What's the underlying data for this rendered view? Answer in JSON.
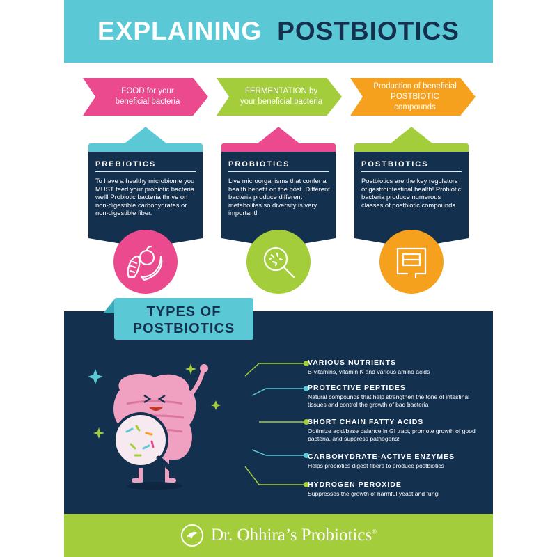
{
  "header": {
    "title_part1": "EXPLAINING",
    "title_part2": "POSTBIOTICS"
  },
  "arrows": [
    {
      "text": "FOOD for your beneficial bacteria",
      "color": "#ec4a8f"
    },
    {
      "text": "FERMENTATION by your beneficial bacteria",
      "color": "#a3cd3b"
    },
    {
      "text": "Production of beneficial POSTBIOTIC compounds",
      "color": "#f5a11e"
    }
  ],
  "cards": [
    {
      "title": "PREBIOTICS",
      "text": "To have a healthy microbiome you MUST feed your probiotic bacteria well! Probiotic bacteria thrive on non-digestible carbohydrates or non-digestible fiber.",
      "accent": "#5bc8d6",
      "icon": "fruit-icon",
      "circle_color": "#ec4a8f"
    },
    {
      "title": "PROBIOTICS",
      "text": "Live microorganisms that confer a health benefit on the host. Different bacteria produce different metabolites so diversity is very important!",
      "accent": "#ec4a8f",
      "icon": "microscope-icon",
      "circle_color": "#a3cd3b"
    },
    {
      "title": "POSTBIOTICS",
      "text": "Postbiotics are the key regulators of gastrointestinal health! Probiotic bacteria produce numerous classes of postbiotic compounds.",
      "accent": "#a3cd3b",
      "icon": "intestine-icon",
      "circle_color": "#f5a11e"
    }
  ],
  "types": {
    "title": "TYPES OF POSTBIOTICS",
    "items": [
      {
        "name": "VARIOUS NUTRIENTS",
        "desc": "B-vitamins, vitamin K and various amino acids",
        "color": "#a3cd3b"
      },
      {
        "name": "PROTECTIVE PEPTIDES",
        "desc": "Natural compounds that help strengthen the tone of intestinal tissues and control the growth of bad bacteria",
        "color": "#5bc8d6"
      },
      {
        "name": "SHORT CHAIN FATTY ACIDS",
        "desc": "Optimize acid/base balance in GI tract, promote growth of good bacteria, and suppress pathogens!",
        "color": "#a3cd3b"
      },
      {
        "name": "CARBOHYDRATE-ACTIVE ENZYMES",
        "desc": "Helps probiotics digest fibers to produce postbiotics",
        "color": "#5bc8d6"
      },
      {
        "name": "HYDROGEN PEROXIDE",
        "desc": "Suppresses the growth of harmful yeast and fungi",
        "color": "#a3cd3b"
      }
    ]
  },
  "footer": {
    "brand": "Dr. Ohhira’s Probiotics",
    "registered": "®",
    "logo_icon": "ohhira-logo-icon"
  }
}
